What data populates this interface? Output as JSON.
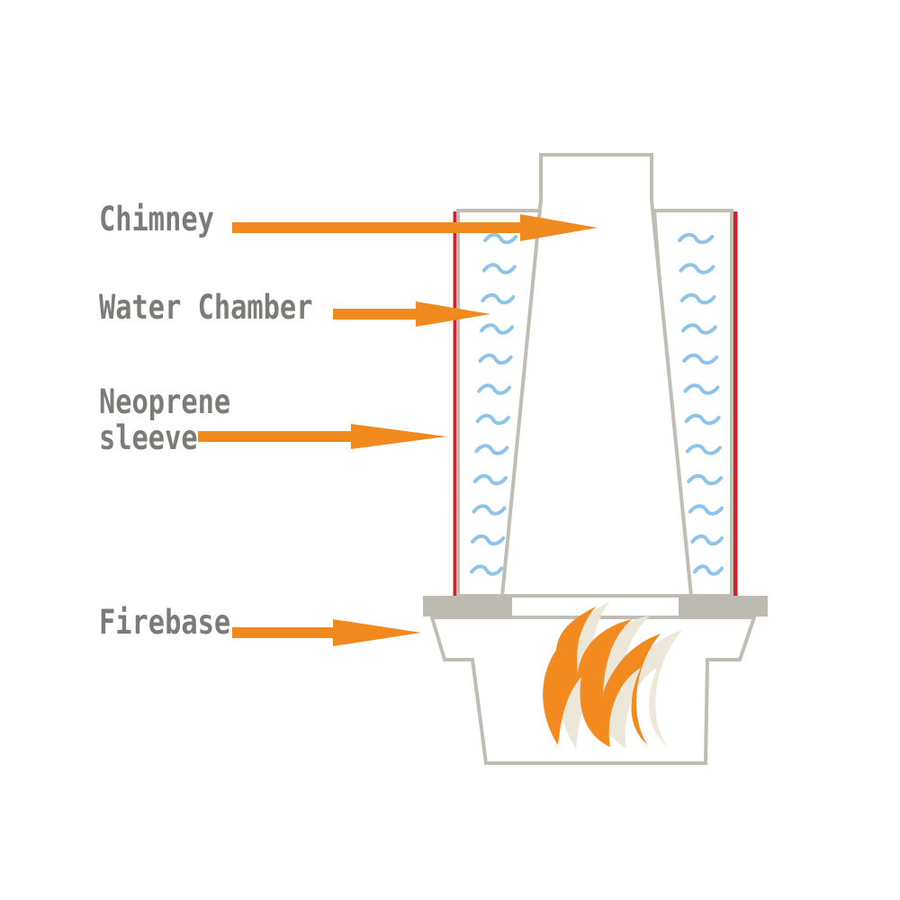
{
  "labels": {
    "chimney": "Chimney",
    "water_chamber": "Water Chamber",
    "neoprene_line1": "Neoprene",
    "neoprene_line2": "sleeve",
    "firebase": "Firebase"
  },
  "colors": {
    "outline": "#bfbdb4",
    "arrow": "#f0891e",
    "sleeve": "#d4202f",
    "water": "#8fc3e8",
    "flame_front": "#f28a20",
    "flame_back": "#ede7d9",
    "label_text": "#7b7b77"
  },
  "icons": {
    "water": "wave-icon",
    "flame": "flame-icon",
    "pointer": "arrow-icon"
  }
}
